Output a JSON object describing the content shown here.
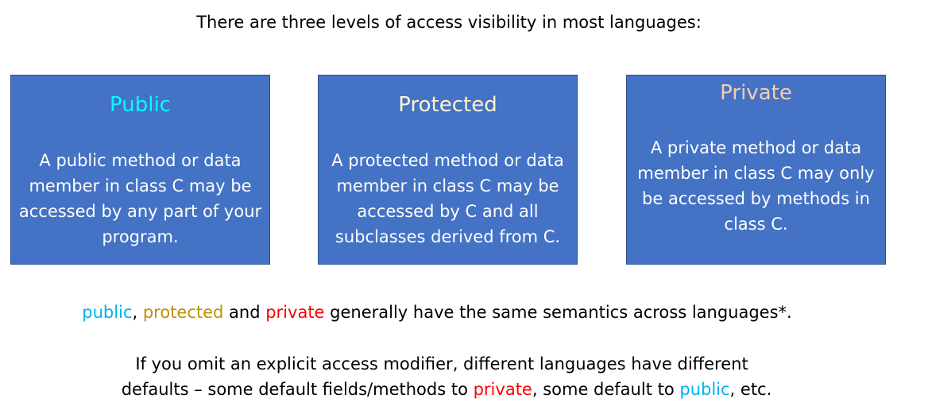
{
  "heading": "There are three levels of access visibility in most languages:",
  "boxes": [
    {
      "title": "Public",
      "title_color": "#00FFFF",
      "text": "A public method or data member in class C may be accessed by any part of your program."
    },
    {
      "title": "Protected",
      "title_color": "#FFF2CC",
      "text": "A protected method or data member in class C may be accessed by C and all subclasses derived from C."
    },
    {
      "title": "Private",
      "title_color": "#F8CBAD",
      "text": "A private method or data member in class C may only be accessed by methods in class C."
    }
  ],
  "note1": {
    "public": "public",
    "sep1": ", ",
    "protected": "protected",
    "sep2": " and ",
    "private": "private",
    "rest": " generally have the same semantics across languages*."
  },
  "note2": {
    "line1": "If you omit an explicit access modifier, different languages have different",
    "pre": "defaults – some default fields/methods to ",
    "private": "private",
    "mid": ", some default to ",
    "public": "public",
    "post": ", etc."
  },
  "colors": {
    "box": "#4472C4",
    "public": "#00B0F0",
    "protected": "#BF9000",
    "private": "#FF0000"
  }
}
